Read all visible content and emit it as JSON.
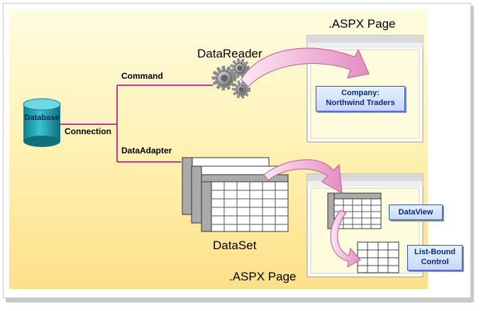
{
  "labels": {
    "database": "Database",
    "connection": "Connection",
    "command": "Command",
    "data_adapter": "DataAdapter",
    "data_reader": "DataReader",
    "dataset": "DataSet",
    "aspx_top": ".ASPX Page",
    "aspx_bottom": ".ASPX Page",
    "company_line1": "Company:",
    "company_line2": "Northwind Traders",
    "dataview": "DataView",
    "listbound_line1": "List-Bound",
    "listbound_line2": "Control"
  },
  "colors": {
    "connector": "#cc3399",
    "database": "#1fa3b3",
    "arrow": "#e89ac8",
    "box_border": "#3355aa"
  },
  "icons": [
    "gear-icon",
    "database-icon",
    "browser-window-icon",
    "table-grid-icon",
    "curved-arrow-icon"
  ]
}
